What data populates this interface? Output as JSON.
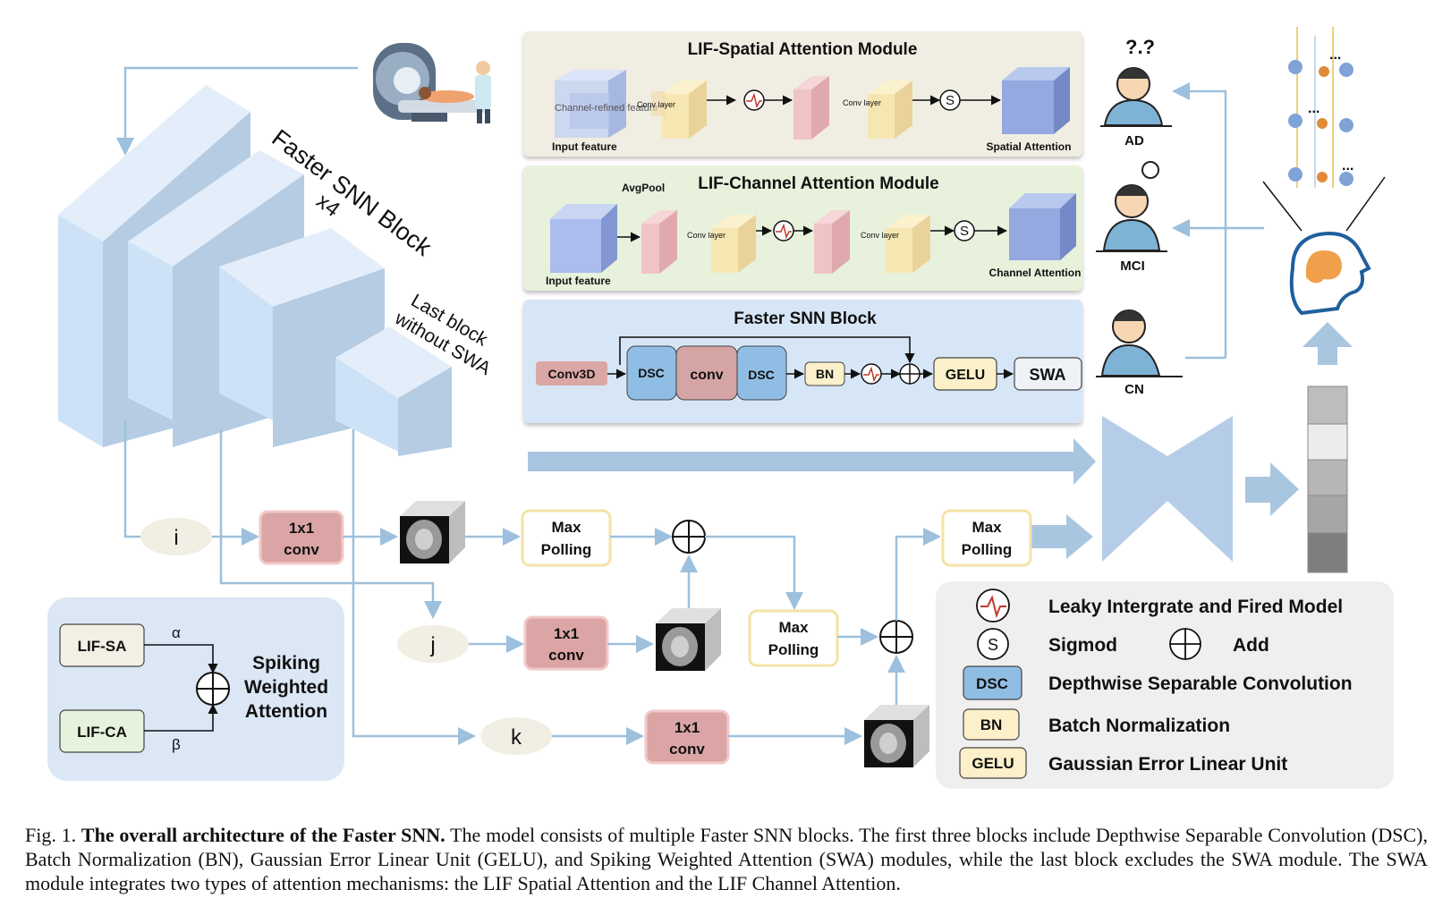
{
  "pyramid": {
    "block_title": "Faster SNN Block",
    "block_count": "x4",
    "last_block_line1": "Last block",
    "last_block_line2": "without SWA"
  },
  "spatial_module": {
    "title": "LIF-Spatial Attention Module",
    "channel_refined_feature": "Channel-refined feature",
    "conv_layer": "Conv layer",
    "input_feature": "Input feature",
    "output": "Spatial Attention",
    "sigmoid": "S"
  },
  "channel_module": {
    "title": "LIF-Channel Attention Module",
    "avgpool": "AvgPool",
    "conv_layer": "Conv layer",
    "input_feature": "Input feature",
    "output": "Channel Attention",
    "sigmoid": "S"
  },
  "snn_block": {
    "title": "Faster SNN Block",
    "conv3d": "Conv3D",
    "dsc1": "DSC",
    "conv": "conv",
    "dsc2": "DSC",
    "bn": "BN",
    "gelu": "GELU",
    "swa": "SWA"
  },
  "classes": {
    "ad": "AD",
    "mci": "MCI",
    "cn": "CN",
    "question_marks": "?.?",
    "ellipsis": "..."
  },
  "branches": {
    "i": "i",
    "j": "j",
    "k": "k",
    "conv_line1": "1x1",
    "conv_line2": "conv",
    "pool_line1": "Max",
    "pool_line2": "Polling"
  },
  "swa_box": {
    "lif_sa": "LIF-SA",
    "lif_ca": "LIF-CA",
    "alpha": "α",
    "beta": "β",
    "line1": "Spiking",
    "line2": "Weighted",
    "line3": "Attention"
  },
  "legend": {
    "lif": "Leaky Intergrate and Fired Model",
    "s_symbol": "S",
    "sigmoid": "Sigmod",
    "add": "Add",
    "dsc_key": "DSC",
    "dsc": "Depthwise Separable Convolution",
    "bn_key": "BN",
    "bn": "Batch Normalization",
    "gelu_key": "GELU",
    "gelu": "Gaussian Error Linear Unit"
  },
  "caption": {
    "label": "Fig. 1.",
    "title": "The overall architecture of the Faster SNN.",
    "body": "The model consists of multiple Faster SNN blocks. The first three blocks include Depthwise Separable Convolution (DSC), Batch Normalization (BN), Gaussian Error Linear Unit (GELU), and Spiking Weighted Attention (SWA) modules, while the last block excludes the SWA module. The SWA module integrates two types of attention mechanisms: the LIF Spatial Attention and the LIF Channel Attention."
  },
  "colors": {
    "flow_arrow": "#a9c6e0",
    "line": "#9cc0dd",
    "cube_front": "#cfe3f6",
    "cube_top": "#e3eefa",
    "cube_side": "#b3cbe3",
    "conv_box": "#d9a7a7",
    "pool_box_border": "#f5e2a6",
    "legend_bg": "#efefef",
    "swa_bg": "#dbe7f5"
  }
}
